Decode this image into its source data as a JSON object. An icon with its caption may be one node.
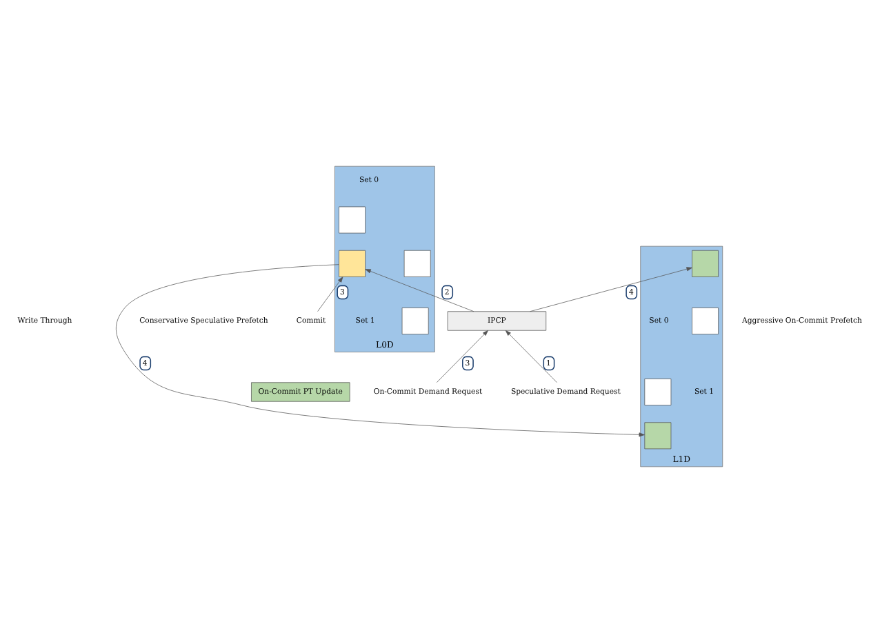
{
  "diagram": {
    "nodes": [
      {
        "text": [
          "L0D"
        ]
      },
      {
        "text": [],
        "shape": "box",
        "in": 0
      },
      {
        "text": [],
        "shape": "box",
        "in": 0
      },
      {
        "text": [],
        "shape": "box",
        "in": 0
      },
      {
        "text": [],
        "shape": "box",
        "in": 0
      },
      {
        "text": [
          "L1D"
        ]
      },
      {
        "text": [],
        "shape": "box",
        "in": 5
      },
      {
        "text": [],
        "shape": "box",
        "in": 5
      },
      {
        "text": [],
        "shape": "box",
        "in": 5
      },
      {
        "text": [],
        "shape": "box",
        "in": 5
      },
      {
        "text": [
          "Commit"
        ]
      },
      {
        "text": [
          "Speculative Demand Request"
        ]
      },
      {
        "text": [
          "IPCP"
        ]
      },
      {
        "text": [
          "On-Commit PT Update"
        ]
      },
      {
        "text": [
          "On-Commit Demand Request"
        ]
      }
    ],
    "edges": [
      {
        "from": 10,
        "to": 3,
        "arrow": "to",
        "label": "3"
      },
      {
        "from": 3,
        "to": 8,
        "arrow": "to",
        "label": "4"
      },
      {
        "from": 12,
        "to": 3,
        "arrow": "to",
        "label": "2"
      },
      {
        "from": 11,
        "to": 12,
        "arrow": "to",
        "label": "1"
      },
      {
        "from": 12,
        "to": 7,
        "arrow": "to",
        "label": "4"
      },
      {
        "from": 14,
        "to": 12,
        "arrow": "to",
        "label": "3"
      }
    ],
    "labels": [
      "Set 0",
      "Set 0",
      "Write Through",
      "Set 1",
      "Set 1",
      "Conservative Speculative Prefetch",
      "Aggressive On-Commit Prefetch"
    ]
  }
}
